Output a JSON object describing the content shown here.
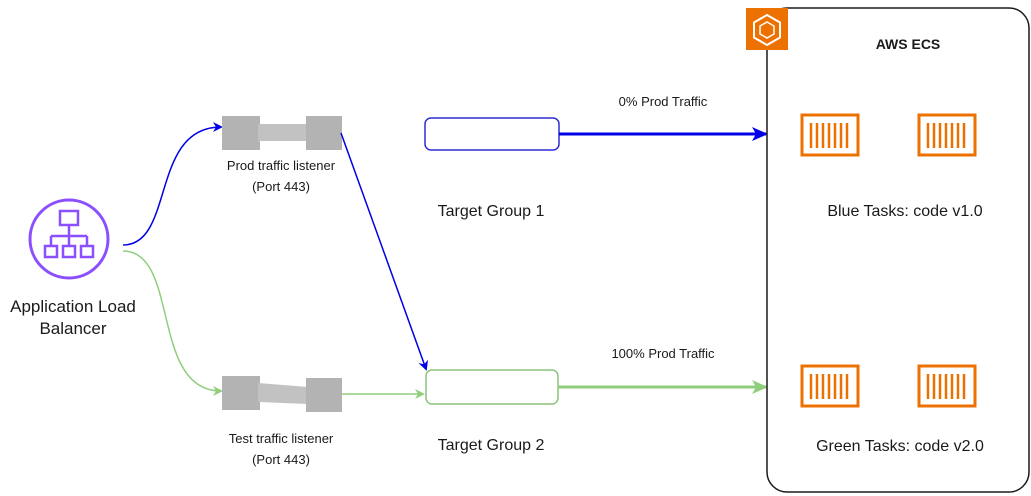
{
  "load_balancer": {
    "label": "Application Load Balancer",
    "icon": "load-balancer-icon",
    "color": "#8C4FFF"
  },
  "prod_listener": {
    "line1": "Prod traffic listener",
    "line2": "(Port 443)"
  },
  "test_listener": {
    "line1": "Test traffic listener",
    "line2": "(Port 443)"
  },
  "target_groups": [
    {
      "label": "Target Group 1",
      "color": "#2f2fd6"
    },
    {
      "label": "Target Group 2",
      "color": "#8bc47a"
    }
  ],
  "traffic": {
    "group1": "0% Prod Traffic",
    "group2": "100% Prod Traffic"
  },
  "ecs": {
    "title": "AWS ECS",
    "icon": "ecs-icon",
    "icon_color": "#ED7100",
    "blue_tasks_label": "Blue Tasks: code v1.0",
    "green_tasks_label": "Green Tasks: code v2.0",
    "task_icon": "container-icon"
  },
  "colors": {
    "blue": "#0000e6",
    "green": "#8fce7c",
    "gray": "#b3b3b3",
    "orange": "#ED7100"
  }
}
